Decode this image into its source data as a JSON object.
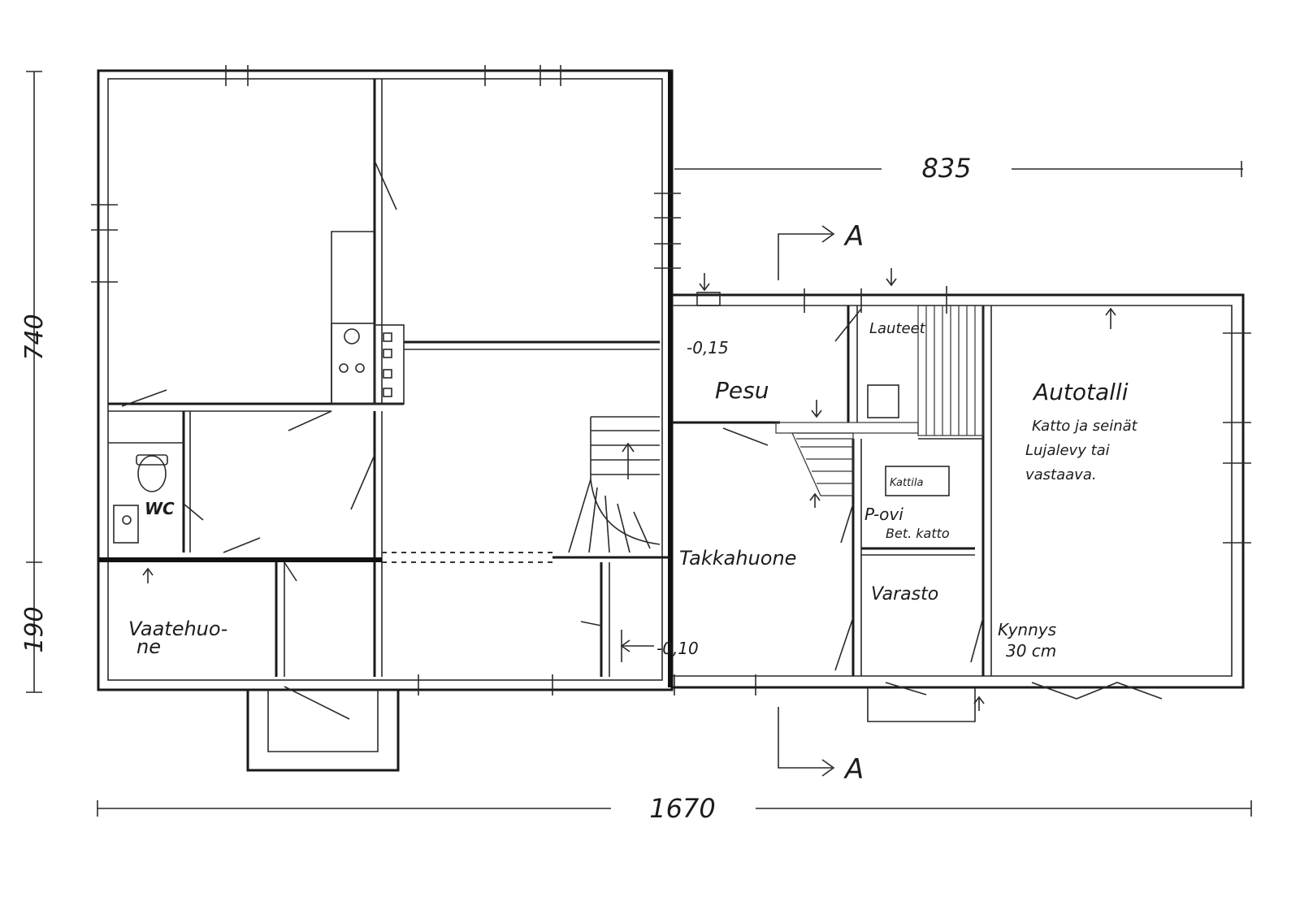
{
  "dimensions": {
    "overall_width": "1670",
    "garage_width": "835",
    "height_upper": "740",
    "height_lower": "190"
  },
  "section_marker": {
    "label_top": "A",
    "label_bottom": "A"
  },
  "rooms": {
    "wc": "WC",
    "vaatehuone_line1": "Vaatehuo-",
    "vaatehuone_line2": "ne",
    "pesu": "Pesu",
    "takkahuone": "Takkahuone",
    "varasto": "Varasto",
    "autotalli": "Autotalli",
    "autotalli_note_1": "Katto ja seinät",
    "autotalli_note_2": "Lujalevy tai",
    "autotalli_note_3": "vastaava.",
    "lauteet": "Lauteet",
    "kattila": "Kattila",
    "p_ovi": "P-ovi",
    "bet_katto": "Bet. katto",
    "kynnys_line1": "Kynnys",
    "kynnys_line2": "30 cm"
  },
  "levels": {
    "pesu_level": "-0,15",
    "takkahuone_level": "-0,10"
  }
}
